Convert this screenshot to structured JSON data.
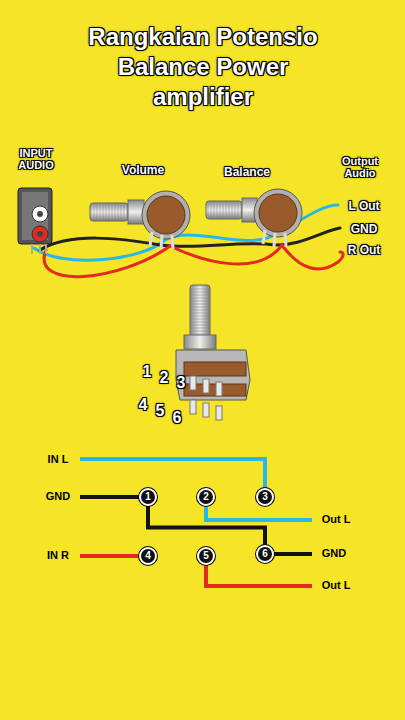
{
  "diagram": {
    "title": "Rangkaian Potensio Balance Power amplifier",
    "nodes": [
      {
        "text": [
          "1"
        ]
      },
      {
        "text": [
          "2"
        ]
      },
      {
        "text": [
          "3"
        ]
      },
      {
        "text": [
          "4"
        ]
      },
      {
        "text": [
          "5"
        ]
      },
      {
        "text": [
          "6"
        ]
      }
    ],
    "edges": [
      {
        "from": 0,
        "to": 5,
        "arrow": "none"
      }
    ],
    "labels": [
      "INPUT AUDIO",
      "Volume",
      "Balance",
      "Output Audio",
      "L Out",
      "GND",
      "R Out",
      "1",
      "2",
      "3",
      "4",
      "5",
      "6",
      "IN L",
      "GND",
      "IN R",
      "Out L",
      "GND",
      "Out L"
    ]
  }
}
